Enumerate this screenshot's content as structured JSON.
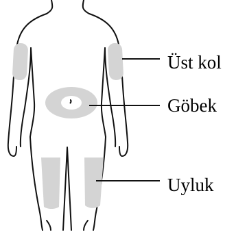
{
  "labels": {
    "upper_arm": "Üst kol",
    "abdomen": "Göbek",
    "thigh": "Uyluk"
  },
  "colors": {
    "outline": "#111111",
    "injection_zone": "#d4d4d4",
    "background": "#ffffff"
  }
}
